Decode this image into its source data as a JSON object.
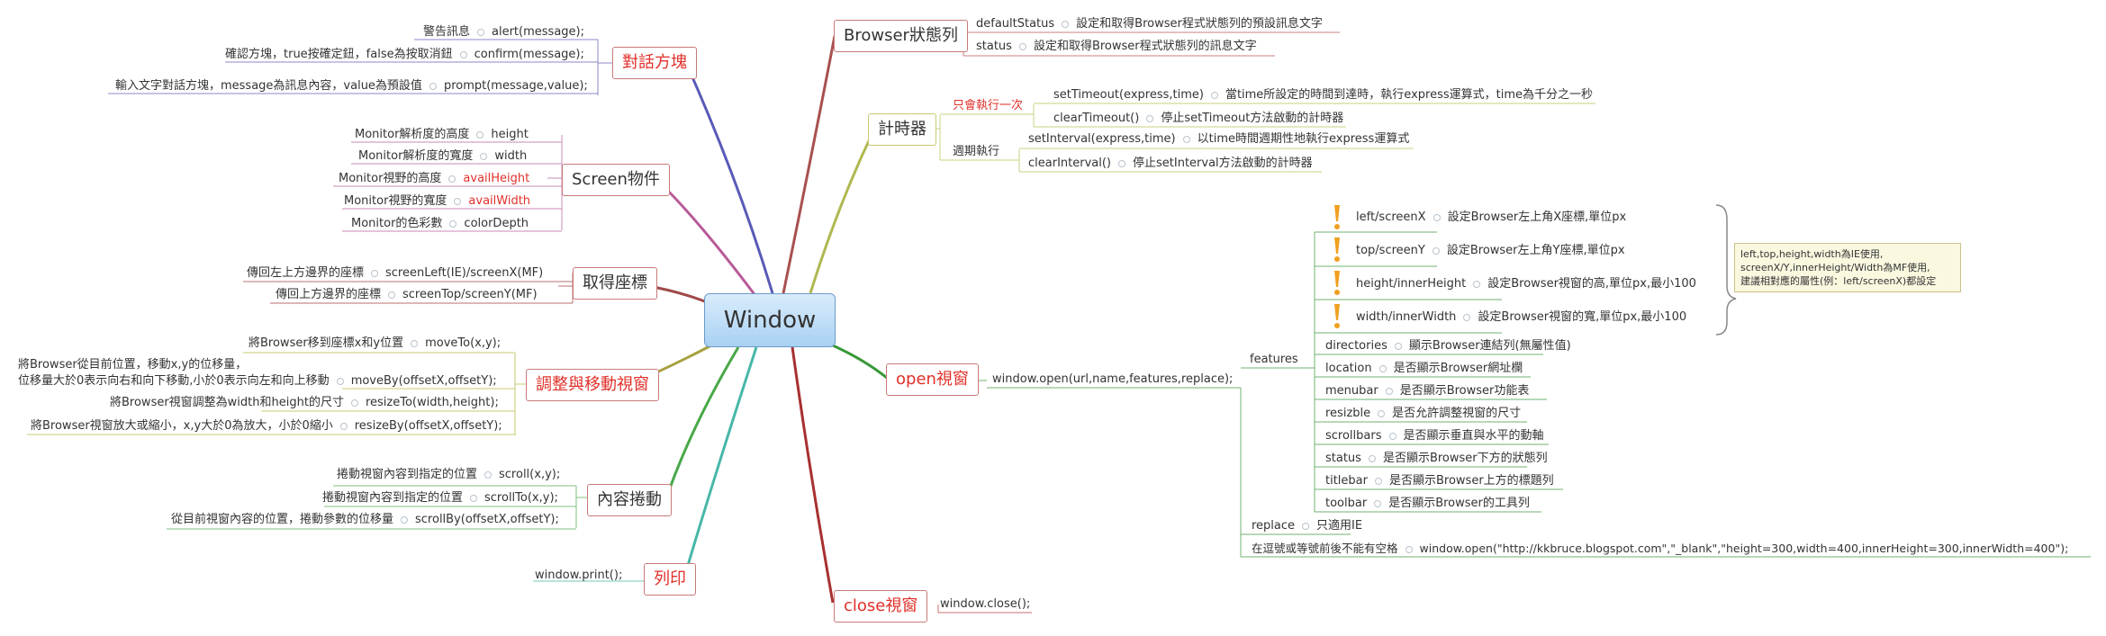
{
  "center": "Window",
  "branches": {
    "dialog": {
      "title": "對話方塊",
      "items": [
        {
          "desc": "警告訊息",
          "code": "alert(message);"
        },
        {
          "desc": "確認方塊，true按確定鈕，false為按取消鈕",
          "code": "confirm(message);"
        },
        {
          "desc": "輸入文字對話方塊，message為訊息內容，value為預設值",
          "code": "prompt(message,value);"
        }
      ]
    },
    "screen": {
      "title": "Screen物件",
      "items": [
        {
          "desc": "Monitor解析度的高度",
          "code": "height"
        },
        {
          "desc": "Monitor解析度的寬度",
          "code": "width"
        },
        {
          "desc": "Monitor視野的高度",
          "code": "availHeight"
        },
        {
          "desc": "Monitor視野的寬度",
          "code": "availWidth"
        },
        {
          "desc": "Monitor的色彩數",
          "code": "colorDepth"
        }
      ]
    },
    "coords": {
      "title": "取得座標",
      "items": [
        {
          "desc": "傳回左上方邊界的座標",
          "code": "screenLeft(IE)/screenX(MF)"
        },
        {
          "desc": "傳回上方邊界的座標",
          "code": "screenTop/screenY(MF)"
        }
      ]
    },
    "move": {
      "title": "調整與移動視窗",
      "items": [
        {
          "desc": "將Browser移到座標x和y位置",
          "code": "moveTo(x,y);"
        },
        {
          "desc": "將Browser從目前位置，移動x,y的位移量，",
          "desc2": "位移量大於0表示向右和向下移動,小於0表示向左和向上移動",
          "code": "moveBy(offsetX,offsetY);"
        },
        {
          "desc": "將Browser視窗調整為width和height的尺寸",
          "code": "resizeTo(width,height);"
        },
        {
          "desc": "將Browser視窗放大或縮小，x,y大於0為放大，小於0縮小",
          "code": "resizeBy(offsetX,offsetY);"
        }
      ]
    },
    "scroll": {
      "title": "內容捲動",
      "items": [
        {
          "desc": "捲動視窗內容到指定的位置",
          "code": "scroll(x,y);"
        },
        {
          "desc": "捲動視窗內容到指定的位置",
          "code": "scrollTo(x,y);"
        },
        {
          "desc": "從目前視窗內容的位置，捲動參數的位移量",
          "code": "scrollBy(offsetX,offsetY);"
        }
      ]
    },
    "print": {
      "title": "列印",
      "code": "window.print();"
    },
    "status": {
      "title": "Browser狀態列",
      "items": [
        {
          "code": "defaultStatus",
          "desc": "設定和取得Browser程式狀態列的預設訊息文字"
        },
        {
          "code": "status",
          "desc": "設定和取得Browser程式狀態列的訊息文字"
        }
      ]
    },
    "timer": {
      "title": "計時器",
      "once": "只會執行一次",
      "period": "週期執行",
      "items": [
        {
          "code": "setTimeout(express,time)",
          "desc": "當time所設定的時間到達時，執行express運算式，time為千分之一秒"
        },
        {
          "code": "clearTimeout()",
          "desc": "停止setTimeout方法啟動的計時器"
        },
        {
          "code": "setInterval(express,time)",
          "desc": "以time時間週期性地執行express運算式"
        },
        {
          "code": "clearInterval()",
          "desc": "停止setInterval方法啟動的計時器"
        }
      ]
    },
    "open": {
      "title": "open視窗",
      "call": "window.open(url,name,features,replace);",
      "features": "features",
      "warn_items": [
        {
          "code": "left/screenX",
          "desc": "設定Browser左上角X座標,單位px"
        },
        {
          "code": "top/screenY",
          "desc": "設定Browser左上角Y座標,單位px"
        },
        {
          "code": "height/innerHeight",
          "desc": "設定Browser視窗的高,單位px,最小100"
        },
        {
          "code": "width/innerWidth",
          "desc": "設定Browser視窗的寬,單位px,最小100"
        }
      ],
      "items": [
        {
          "code": "directories",
          "desc": "顯示Browser連結列(無屬性值)"
        },
        {
          "code": "location",
          "desc": "是否顯示Browser網址欄"
        },
        {
          "code": "menubar",
          "desc": "是否顯示Browser功能表"
        },
        {
          "code": "resizble",
          "desc": "是否允許調整視窗的尺寸"
        },
        {
          "code": "scrollbars",
          "desc": "是否顯示垂直與水平的動軸"
        },
        {
          "code": "status",
          "desc": "是否顯示Browser下方的狀態列"
        },
        {
          "code": "titlebar",
          "desc": "是否顯示Browser上方的標題列"
        },
        {
          "code": "toolbar",
          "desc": "是否顯示Browser的工具列"
        }
      ],
      "replace": {
        "code": "replace",
        "desc": "只適用IE"
      },
      "space": {
        "code": "在逗號或等號前後不能有空格",
        "desc": "window.open(\"http://kkbruce.blogspot.com\",\"_blank\",\"height=300,width=400,innerHeight=300,innerWidth=400\");"
      },
      "note": "left,top,height,width為IE使用,\nscreenX/Y,innerHeight/Width為MF使用,\n建議相對應的屬性(例：left/screenX)都設定"
    },
    "close": {
      "title": "close視窗",
      "code": "window.close();"
    }
  },
  "colors": {
    "dialog": "#4a4ab0",
    "screen": "#b04a8a",
    "coords": "#a03c3c",
    "move": "#a0a030",
    "scroll": "#3ca03c",
    "print": "#3cc0b0",
    "status": "#a04040",
    "timer": "#a0b040",
    "open": "#308030",
    "close": "#a02020"
  }
}
